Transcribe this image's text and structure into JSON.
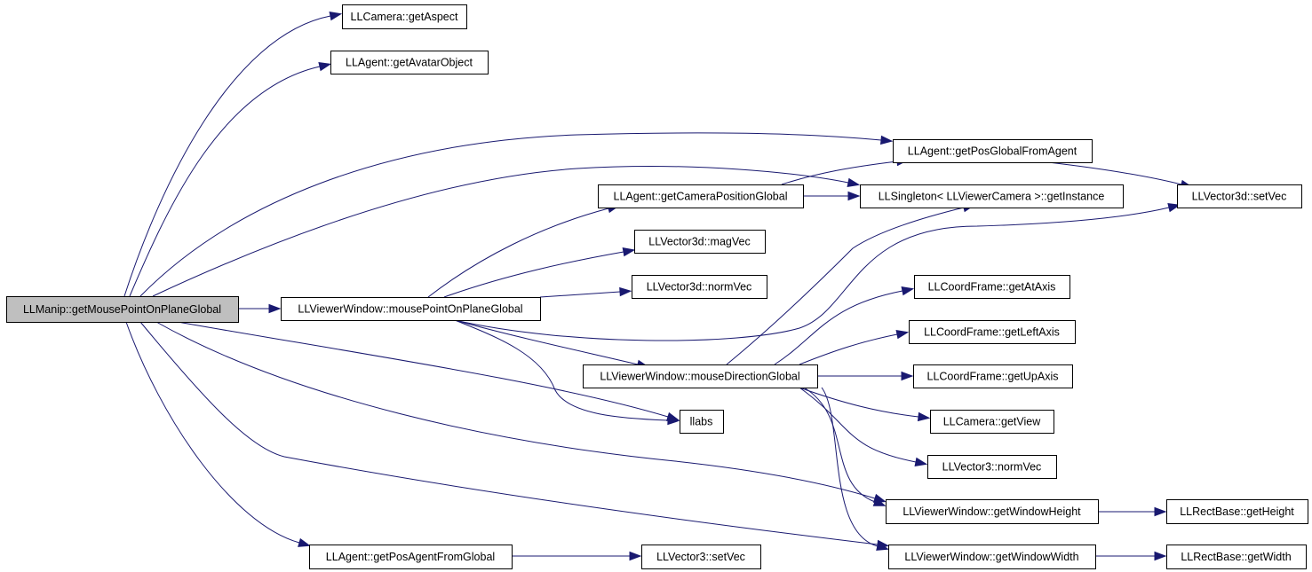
{
  "graph": {
    "colors": {
      "edge": "#191970",
      "root_fill": "#bfbfbf",
      "node_fill": "#ffffff",
      "border": "#000000"
    },
    "nodes": [
      {
        "id": "root",
        "label": "LLManip::getMousePointOnPlaneGlobal",
        "root": true
      },
      {
        "id": "getAspect",
        "label": "LLCamera::getAspect"
      },
      {
        "id": "getAvatarObject",
        "label": "LLAgent::getAvatarObject"
      },
      {
        "id": "getPosGlobalFromAgent",
        "label": "LLAgent::getPosGlobalFromAgent"
      },
      {
        "id": "getCameraPositionGlobal",
        "label": "LLAgent::getCameraPositionGlobal"
      },
      {
        "id": "getInstance",
        "label": "LLSingleton< LLViewerCamera >::getInstance"
      },
      {
        "id": "setVec3d",
        "label": "LLVector3d::setVec"
      },
      {
        "id": "magVec",
        "label": "LLVector3d::magVec"
      },
      {
        "id": "normVec3d",
        "label": "LLVector3d::normVec"
      },
      {
        "id": "mousePointOnPlaneGlobal",
        "label": "LLViewerWindow::mousePointOnPlaneGlobal"
      },
      {
        "id": "getAtAxis",
        "label": "LLCoordFrame::getAtAxis"
      },
      {
        "id": "getLeftAxis",
        "label": "LLCoordFrame::getLeftAxis"
      },
      {
        "id": "mouseDirectionGlobal",
        "label": "LLViewerWindow::mouseDirectionGlobal"
      },
      {
        "id": "getUpAxis",
        "label": "LLCoordFrame::getUpAxis"
      },
      {
        "id": "llabs",
        "label": "llabs"
      },
      {
        "id": "getView",
        "label": "LLCamera::getView"
      },
      {
        "id": "normVec3",
        "label": "LLVector3::normVec"
      },
      {
        "id": "getWindowHeight",
        "label": "LLViewerWindow::getWindowHeight"
      },
      {
        "id": "getHeight",
        "label": "LLRectBase::getHeight"
      },
      {
        "id": "getPosAgentFromGlobal",
        "label": "LLAgent::getPosAgentFromGlobal"
      },
      {
        "id": "setVec3",
        "label": "LLVector3::setVec"
      },
      {
        "id": "getWindowWidth",
        "label": "LLViewerWindow::getWindowWidth"
      },
      {
        "id": "getWidth",
        "label": "LLRectBase::getWidth"
      }
    ],
    "edges": [
      {
        "from": "root",
        "to": "getAspect"
      },
      {
        "from": "root",
        "to": "getAvatarObject"
      },
      {
        "from": "root",
        "to": "getPosGlobalFromAgent"
      },
      {
        "from": "root",
        "to": "getInstance"
      },
      {
        "from": "root",
        "to": "mousePointOnPlaneGlobal"
      },
      {
        "from": "root",
        "to": "llabs"
      },
      {
        "from": "root",
        "to": "getWindowHeight"
      },
      {
        "from": "root",
        "to": "getWindowWidth"
      },
      {
        "from": "root",
        "to": "getPosAgentFromGlobal"
      },
      {
        "from": "mousePointOnPlaneGlobal",
        "to": "getCameraPositionGlobal"
      },
      {
        "from": "mousePointOnPlaneGlobal",
        "to": "magVec"
      },
      {
        "from": "mousePointOnPlaneGlobal",
        "to": "normVec3d"
      },
      {
        "from": "mousePointOnPlaneGlobal",
        "to": "setVec3d"
      },
      {
        "from": "mousePointOnPlaneGlobal",
        "to": "mouseDirectionGlobal"
      },
      {
        "from": "mousePointOnPlaneGlobal",
        "to": "llabs"
      },
      {
        "from": "getCameraPositionGlobal",
        "to": "getPosGlobalFromAgent"
      },
      {
        "from": "getCameraPositionGlobal",
        "to": "getInstance"
      },
      {
        "from": "getPosGlobalFromAgent",
        "to": "setVec3d"
      },
      {
        "from": "mouseDirectionGlobal",
        "to": "getInstance"
      },
      {
        "from": "mouseDirectionGlobal",
        "to": "getAtAxis"
      },
      {
        "from": "mouseDirectionGlobal",
        "to": "getLeftAxis"
      },
      {
        "from": "mouseDirectionGlobal",
        "to": "getUpAxis"
      },
      {
        "from": "mouseDirectionGlobal",
        "to": "getView"
      },
      {
        "from": "mouseDirectionGlobal",
        "to": "normVec3"
      },
      {
        "from": "mouseDirectionGlobal",
        "to": "getWindowHeight"
      },
      {
        "from": "mouseDirectionGlobal",
        "to": "getWindowWidth"
      },
      {
        "from": "getWindowHeight",
        "to": "getHeight"
      },
      {
        "from": "getWindowWidth",
        "to": "getWidth"
      },
      {
        "from": "getPosAgentFromGlobal",
        "to": "setVec3"
      }
    ]
  }
}
